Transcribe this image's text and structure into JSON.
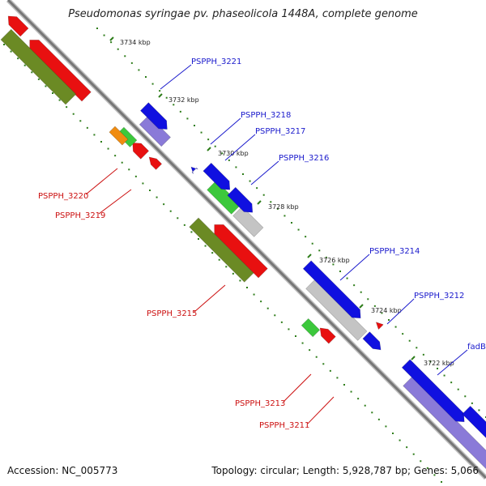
{
  "title": "Pseudomonas syringae pv. phaseolicola 1448A, complete genome",
  "accession_label": "Accession: NC_005773",
  "topology_label": "Topology: circular; Length: 5,928,787 bp; Genes: 5,066",
  "tick_labels": [
    "3734 kbp",
    "3732 kbp",
    "3730 kbp",
    "3728 kbp",
    "3726 kbp",
    "3724 kbp",
    "3722 kbp"
  ],
  "gene_labels_forward": [
    "PSPPH_3221",
    "PSPPH_3218",
    "PSPPH_3217",
    "PSPPH_3216",
    "PSPPH_3214",
    "PSPPH_3212",
    "fadB"
  ],
  "gene_labels_reverse": [
    "PSPPH_3220",
    "PSPPH_3219",
    "PSPPH_3215",
    "PSPPH_3213",
    "PSPPH_3211"
  ],
  "colors": {
    "forward_label": "#1a1acc",
    "reverse_label": "#cc1111",
    "tick_green": "#2e7d1a",
    "backbone": "#7a7a7a",
    "cds_red": "#e81010",
    "cds_blue": "#1010e0",
    "cds_olive": "#6b8a24",
    "cds_purple": "#8a7ad8",
    "cds_gray": "#c4c4c4",
    "cds_green": "#3cc83c",
    "cds_orange": "#f08c10"
  }
}
